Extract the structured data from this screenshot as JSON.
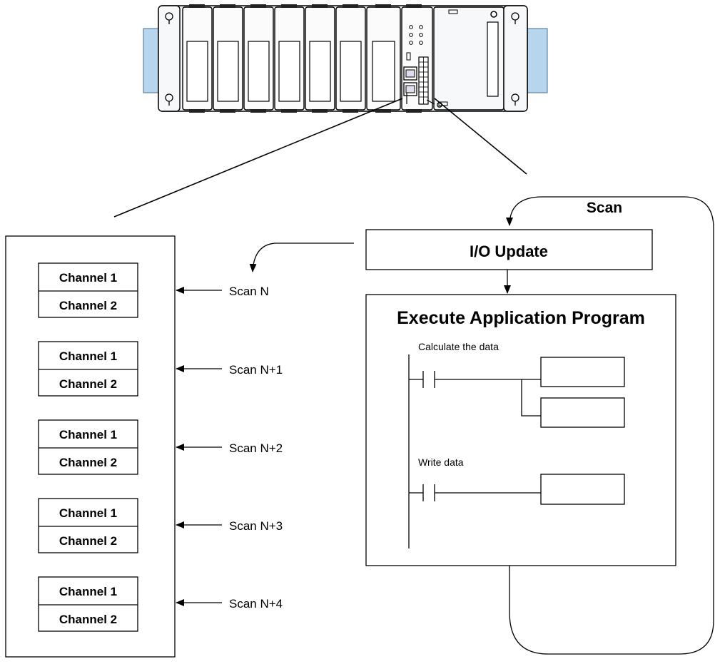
{
  "scan_loop": {
    "title": "Scan",
    "io_update": "I/O Update",
    "execute_title": "Execute Application Program"
  },
  "ladder": {
    "calc_label": "Calculate the data",
    "write_label": "Write data"
  },
  "module": {
    "channel_1": "Channel 1",
    "channel_2": "Channel 2",
    "groups": 5
  },
  "scans": [
    "Scan N",
    "Scan N+1",
    "Scan N+2",
    "Scan N+3",
    "Scan N+4"
  ],
  "colors": {
    "line": "#000000",
    "bracket_blue": "#b7d6ee",
    "bracket_blue_edge": "#4a6f8f",
    "rack_fill": "#f2f4f6"
  }
}
